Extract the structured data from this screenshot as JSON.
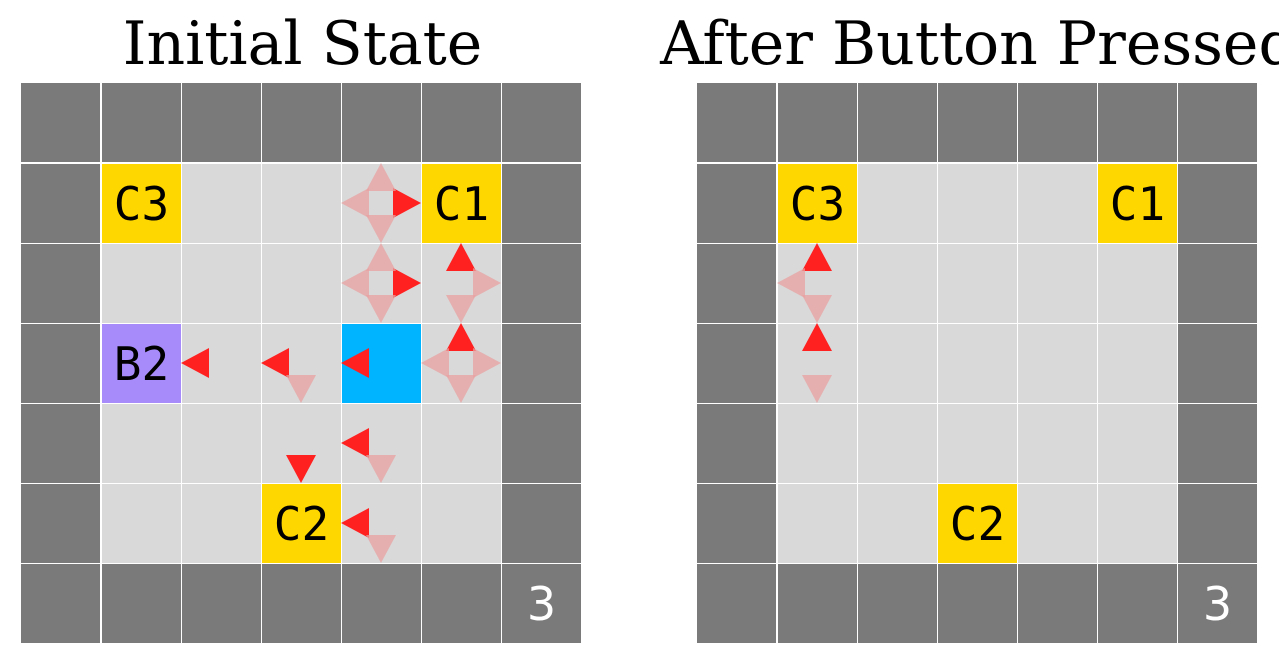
{
  "colors": {
    "wall": "#7a7a7a",
    "floor": "#d9d9d9",
    "coin": "#ffd700",
    "agent": "#00b4ff",
    "button": "#a78bfa",
    "arrow": "#ff2020",
    "arrow_faded": "#e8a0a0"
  },
  "panels": [
    {
      "title": "Initial State",
      "grid_size": 7,
      "counter": "3",
      "counter_cell": [
        6,
        6
      ],
      "items": [
        {
          "type": "coin",
          "label": "C3",
          "row": 1,
          "col": 1
        },
        {
          "type": "coin",
          "label": "C1",
          "row": 1,
          "col": 5
        },
        {
          "type": "button",
          "label": "B2",
          "row": 3,
          "col": 1
        },
        {
          "type": "agent",
          "label": "",
          "row": 3,
          "col": 4
        },
        {
          "type": "coin",
          "label": "C2",
          "row": 5,
          "col": 3
        }
      ],
      "arrows": [
        {
          "row": 1,
          "col": 4,
          "dir": "right",
          "strong": true
        },
        {
          "row": 1,
          "col": 4,
          "dir": "up",
          "strong": false
        },
        {
          "row": 1,
          "col": 4,
          "dir": "left",
          "strong": false
        },
        {
          "row": 1,
          "col": 4,
          "dir": "down",
          "strong": false
        },
        {
          "row": 2,
          "col": 4,
          "dir": "right",
          "strong": true
        },
        {
          "row": 2,
          "col": 4,
          "dir": "up",
          "strong": false
        },
        {
          "row": 2,
          "col": 4,
          "dir": "left",
          "strong": false
        },
        {
          "row": 2,
          "col": 4,
          "dir": "down",
          "strong": false
        },
        {
          "row": 2,
          "col": 5,
          "dir": "up",
          "strong": true
        },
        {
          "row": 2,
          "col": 5,
          "dir": "right",
          "strong": false
        },
        {
          "row": 2,
          "col": 5,
          "dir": "down",
          "strong": false
        },
        {
          "row": 3,
          "col": 5,
          "dir": "up",
          "strong": true
        },
        {
          "row": 3,
          "col": 5,
          "dir": "right",
          "strong": false
        },
        {
          "row": 3,
          "col": 5,
          "dir": "down",
          "strong": false
        },
        {
          "row": 3,
          "col": 5,
          "dir": "left",
          "strong": false
        },
        {
          "row": 3,
          "col": 4,
          "dir": "left",
          "strong": true
        },
        {
          "row": 3,
          "col": 3,
          "dir": "left",
          "strong": true
        },
        {
          "row": 3,
          "col": 3,
          "dir": "down",
          "strong": false
        },
        {
          "row": 3,
          "col": 2,
          "dir": "left",
          "strong": true
        },
        {
          "row": 4,
          "col": 3,
          "dir": "down",
          "strong": true
        },
        {
          "row": 4,
          "col": 4,
          "dir": "left",
          "strong": true
        },
        {
          "row": 4,
          "col": 4,
          "dir": "down",
          "strong": false
        },
        {
          "row": 5,
          "col": 4,
          "dir": "left",
          "strong": true
        },
        {
          "row": 5,
          "col": 4,
          "dir": "down",
          "strong": false
        }
      ]
    },
    {
      "title": "After Button Pressed",
      "grid_size": 7,
      "counter": "3",
      "counter_cell": [
        6,
        6
      ],
      "items": [
        {
          "type": "coin",
          "label": "C3",
          "row": 1,
          "col": 1
        },
        {
          "type": "coin",
          "label": "C1",
          "row": 1,
          "col": 5
        },
        {
          "type": "coin",
          "label": "C2",
          "row": 5,
          "col": 3
        }
      ],
      "arrows": [
        {
          "row": 2,
          "col": 1,
          "dir": "up",
          "strong": true
        },
        {
          "row": 2,
          "col": 1,
          "dir": "left",
          "strong": false
        },
        {
          "row": 2,
          "col": 1,
          "dir": "down",
          "strong": false
        },
        {
          "row": 3,
          "col": 1,
          "dir": "up",
          "strong": true
        },
        {
          "row": 3,
          "col": 1,
          "dir": "down",
          "strong": false
        }
      ]
    }
  ]
}
